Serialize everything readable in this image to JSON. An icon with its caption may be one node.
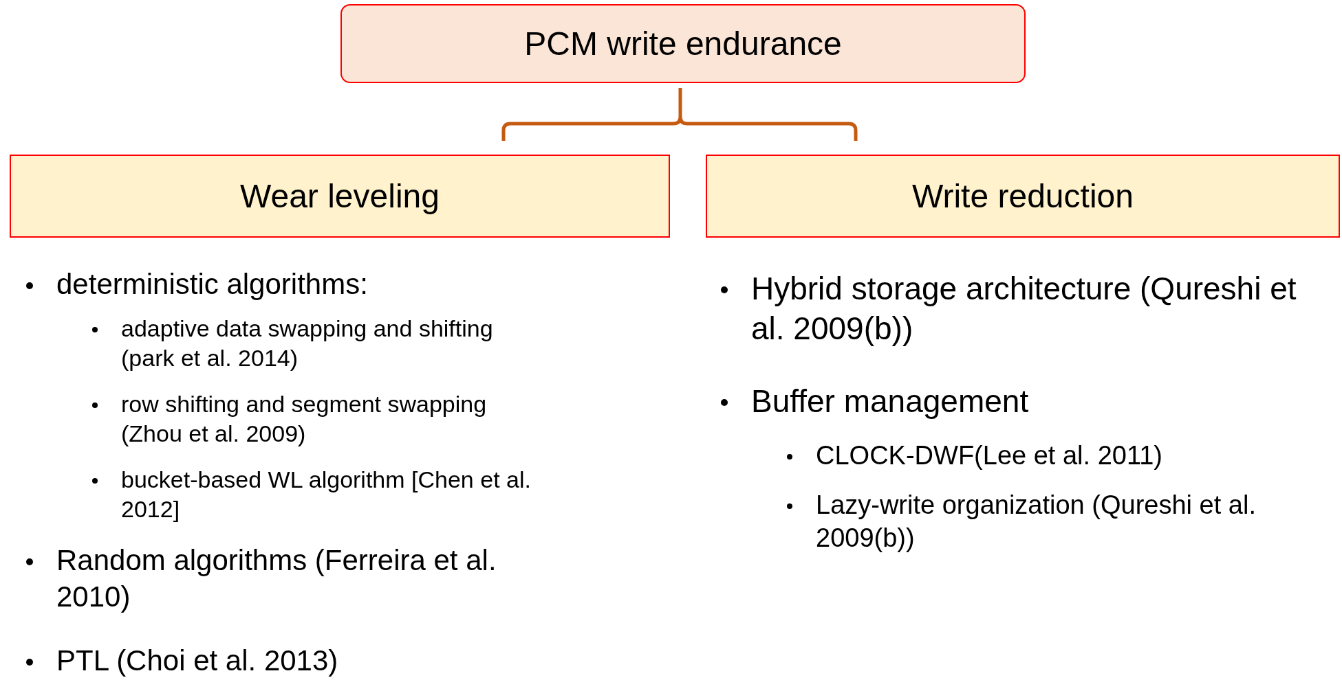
{
  "diagram": {
    "nodes": [
      {
        "text": [
          "PCM write endurance"
        ]
      },
      {
        "text": [
          "Wear leveling"
        ]
      },
      {
        "text": [
          "Write reduction"
        ]
      }
    ],
    "labels": [
      "deterministic algorithms:",
      "adaptive data swapping and shifting (park et al. 2014)",
      "row shifting and segment swapping (Zhou et al. 2009)",
      "bucket-based WL algorithm [Chen et al. 2012]",
      "Random algorithms (Ferreira et al. 2010)",
      "PTL (Choi et al. 2013)",
      "Hybrid storage architecture (Qureshi et al. 2009(b))",
      "Buffer management",
      "CLOCK-DWF(Lee et al. 2011)",
      "Lazy-write organization (Qureshi et al. 2009(b))"
    ]
  }
}
